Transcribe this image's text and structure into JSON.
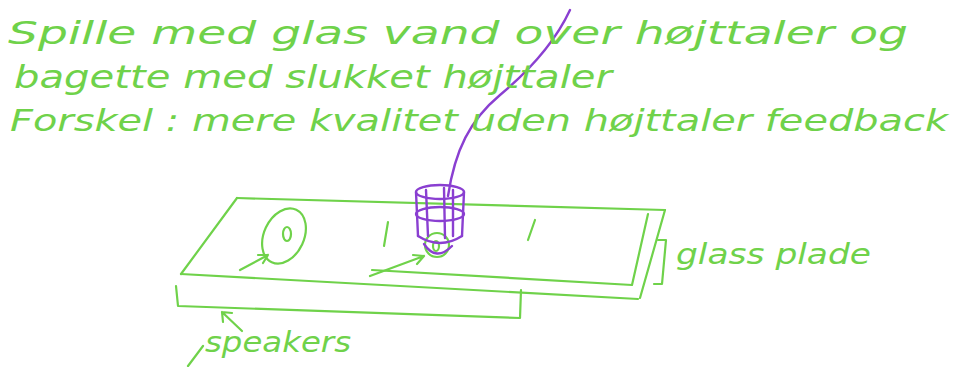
{
  "diagram": {
    "labels": [
      "Spille med glas vand over højttaler og",
      "bagette med slukket højttaler",
      "Forskel : mere kvalitet uden højttaler feedback",
      "glass plade",
      "speakers"
    ]
  }
}
